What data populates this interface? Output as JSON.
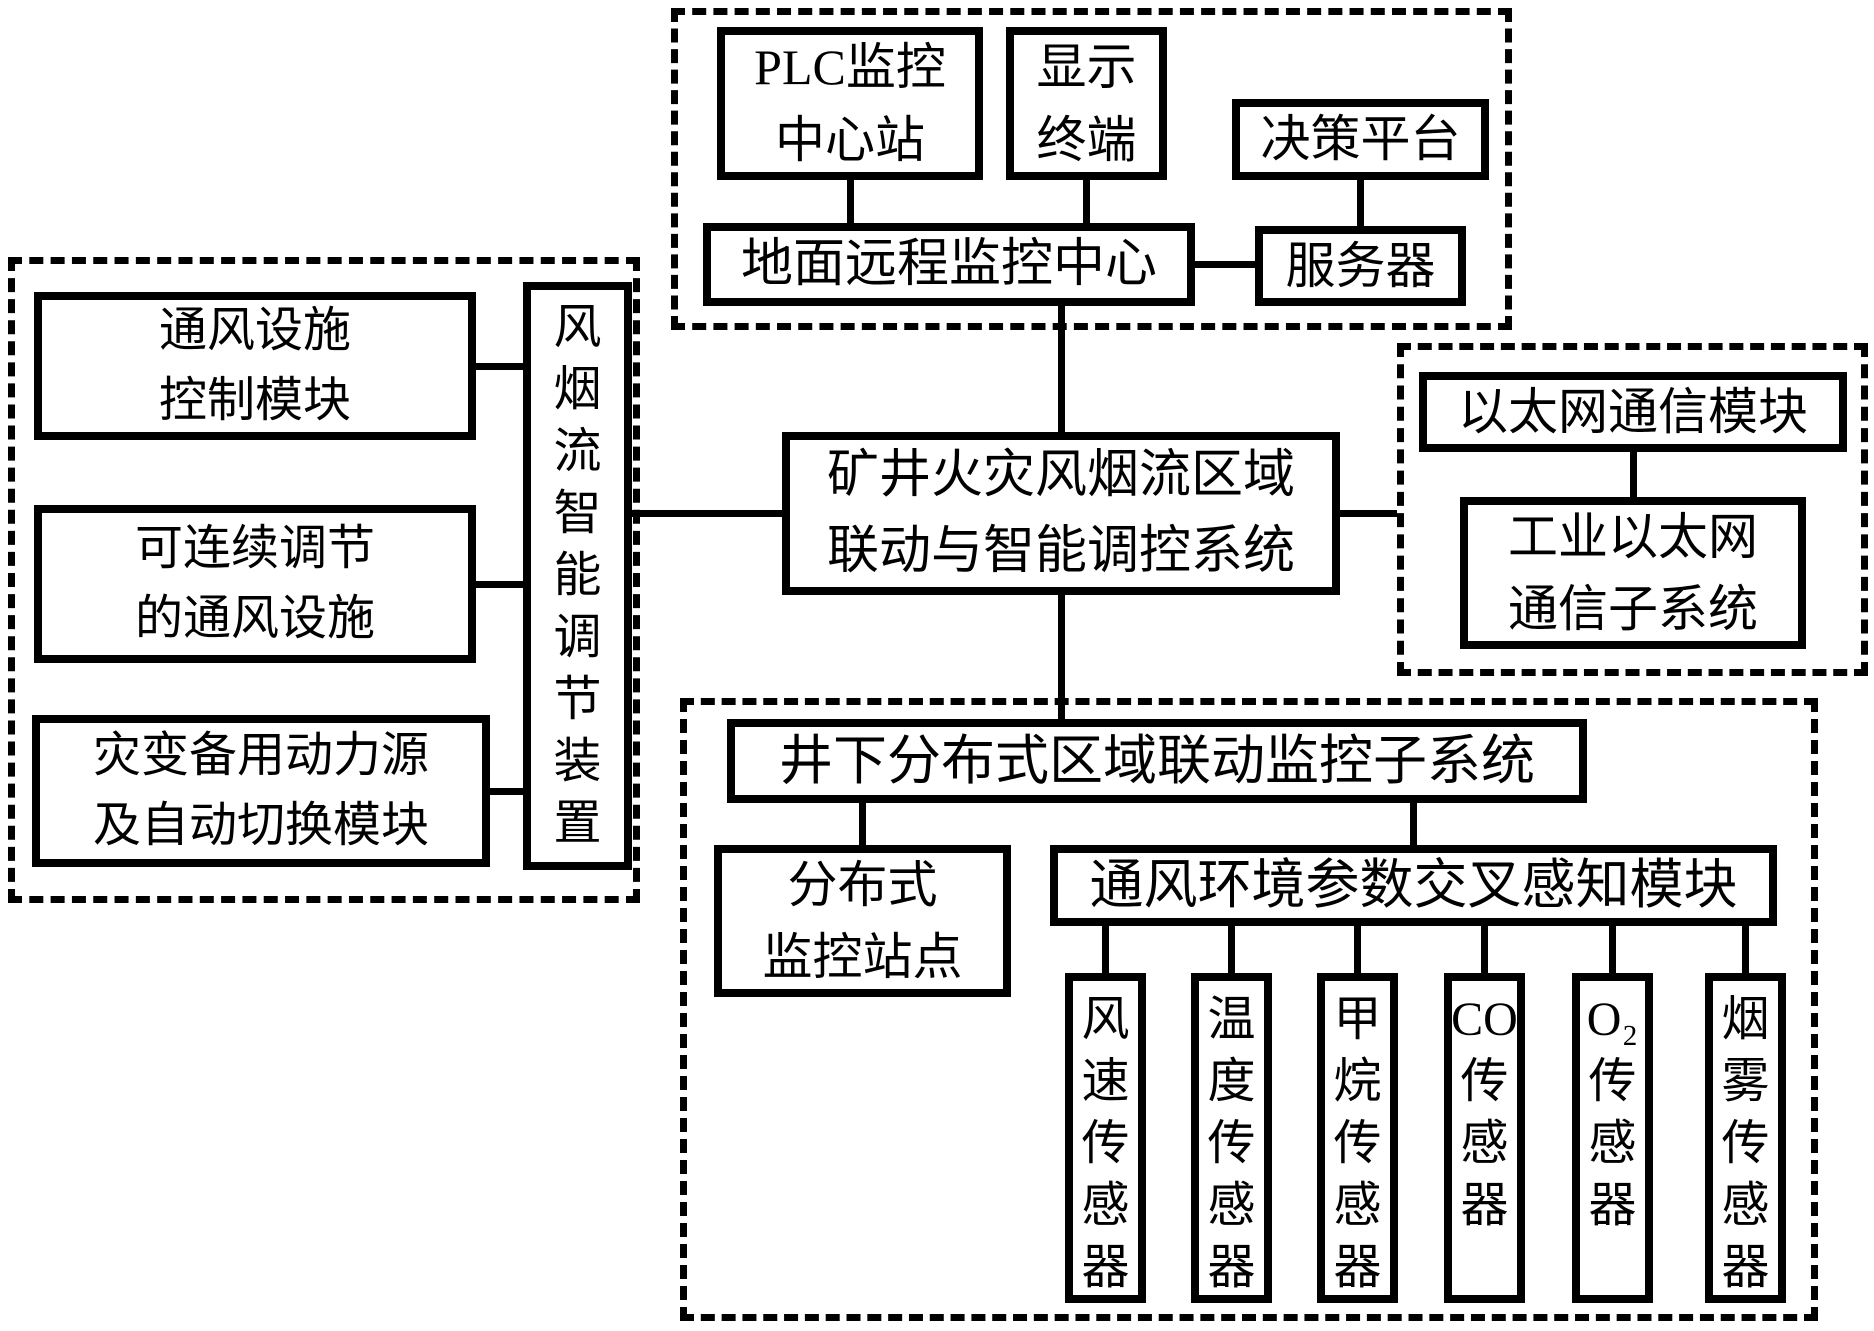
{
  "colors": {
    "line": "#000000",
    "background": "#ffffff"
  },
  "top_cluster": {
    "plc_station": "PLC监控\n中心站",
    "display_terminal": "显示\n终端",
    "decision_platform": "决策平台",
    "ground_center": "地面远程监控中心",
    "server": "服务器"
  },
  "left_cluster": {
    "vent_control": "通风设施\n控制模块",
    "adjustable_vent": "可连续调节\n的通风设施",
    "backup_power": "灾变备用动力源\n及自动切换模块",
    "regulator_chars": [
      "风",
      "烟",
      "流",
      "智",
      "能",
      "调",
      "节",
      "装",
      "置"
    ]
  },
  "central_system": "矿井火灾风烟流区域\n联动与智能调控系统",
  "right_cluster": {
    "ethernet_module": "以太网通信模块",
    "industrial_ethernet": "工业以太网\n通信子系统"
  },
  "bottom_cluster": {
    "underground_subsystem": "井下分布式区域联动监控子系统",
    "distributed_station": "分布式\n监控站点",
    "sensing_module": "通风环境参数交叉感知模块",
    "sensors": [
      {
        "id": "wind-speed-sensor",
        "chars": [
          "风",
          "速",
          "传",
          "感",
          "器"
        ]
      },
      {
        "id": "temperature-sensor",
        "chars": [
          "温",
          "度",
          "传",
          "感",
          "器"
        ]
      },
      {
        "id": "methane-sensor",
        "chars": [
          "甲",
          "烷",
          "传",
          "感",
          "器"
        ]
      },
      {
        "id": "co-sensor",
        "chars": [
          "CO",
          "传",
          "感",
          "器"
        ]
      },
      {
        "id": "o2-sensor",
        "chars": [
          "O₂",
          "传",
          "感",
          "器"
        ]
      },
      {
        "id": "smoke-sensor",
        "chars": [
          "烟",
          "雾",
          "传",
          "感",
          "器"
        ]
      }
    ]
  }
}
